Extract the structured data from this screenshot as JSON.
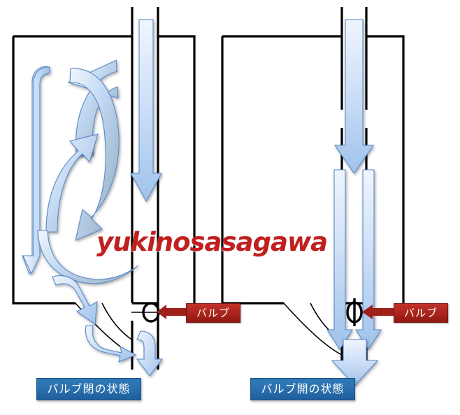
{
  "diagram": {
    "title": "Valve closed vs valve open fluid-flow schematic",
    "watermark": "yukinosasagawa",
    "colors": {
      "wall": "#000000",
      "arrow_fill_light": "#dce9f9",
      "arrow_fill_mid": "#aecbec",
      "arrow_stroke": "#5a8ac6",
      "callout_red": "#a8241c",
      "state_blue": "#2a6fae",
      "watermark_red": "#c0201f"
    }
  },
  "panels": [
    {
      "id": "left",
      "state_label": "バルブ閉の状態",
      "valve_label": "バルブ",
      "valve_state": "closed",
      "valve_symbol": "circle-horizontal",
      "flow": "recirculating"
    },
    {
      "id": "right",
      "state_label": "バルブ開の状態",
      "valve_label": "バルブ",
      "valve_state": "open",
      "valve_symbol": "ellipse-vertical-with-stem",
      "flow": "straight-through-discharge"
    }
  ],
  "annotations": {
    "left_valve_callout": "バルブ",
    "right_valve_callout": "バルブ",
    "left_state": "バルブ閉の状態",
    "right_state": "バルブ開の状態"
  }
}
